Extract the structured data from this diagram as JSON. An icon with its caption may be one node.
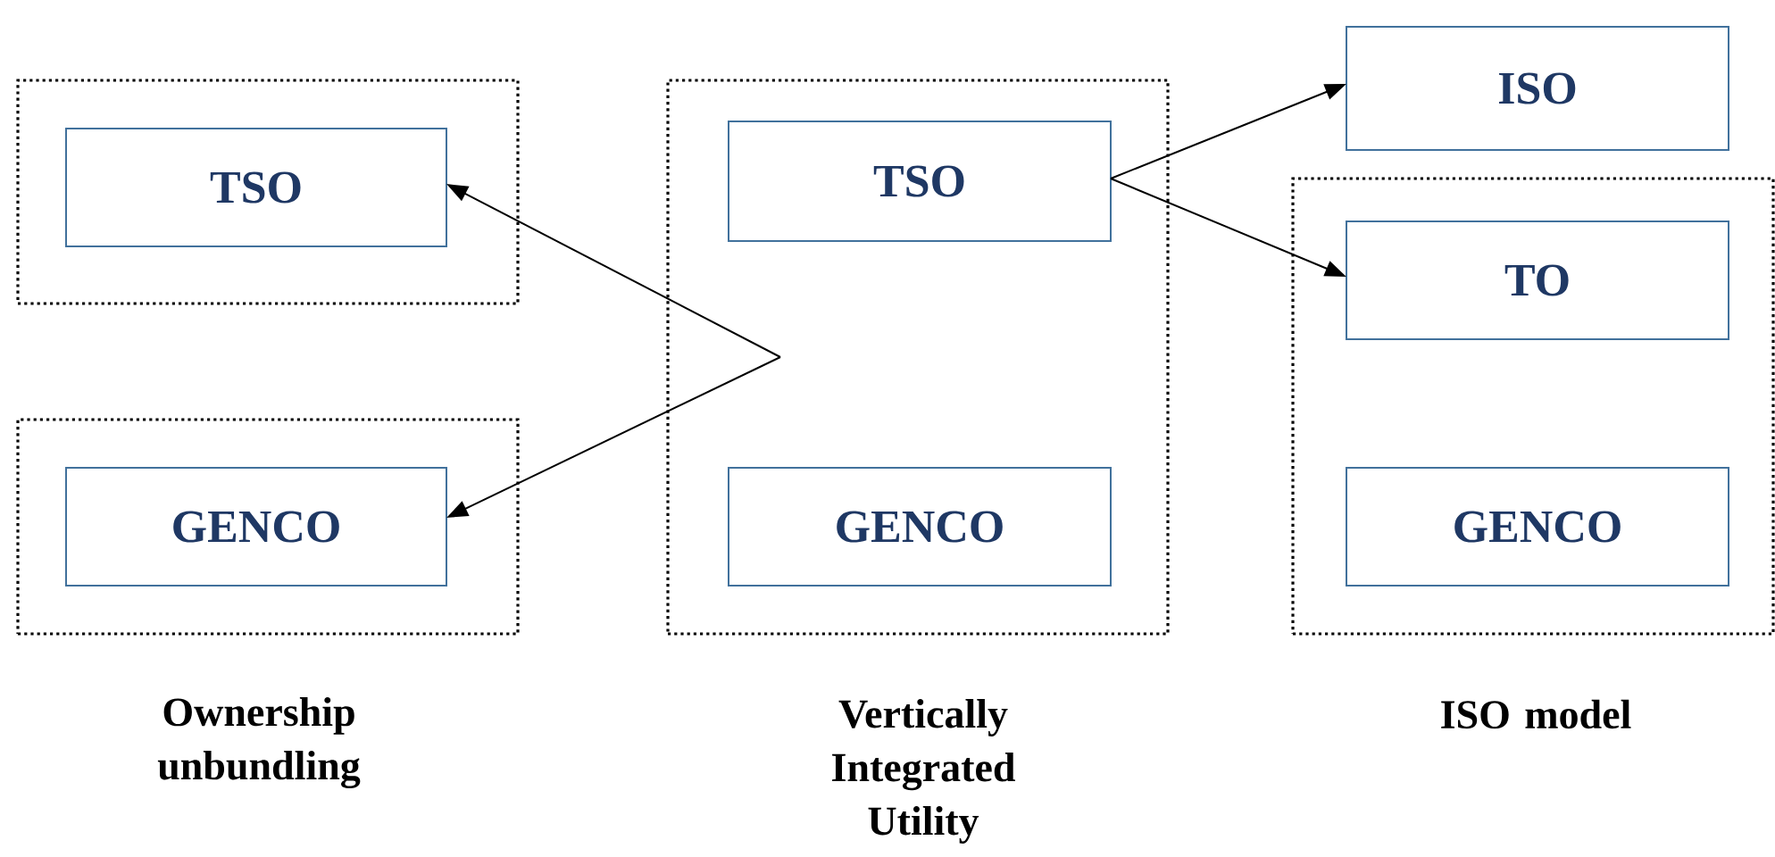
{
  "diagram": {
    "nodes": [
      {
        "text": [],
        "shape": "box"
      },
      {
        "text": [
          "TSO"
        ],
        "in": 0
      },
      {
        "text": [],
        "shape": "box"
      },
      {
        "text": [
          "GENCO"
        ],
        "in": 2
      },
      {
        "text": [],
        "shape": "box"
      },
      {
        "text": [
          "TSO"
        ],
        "in": 4
      },
      {
        "text": [
          "GENCO"
        ],
        "in": 4
      },
      {
        "text": [
          "ISO"
        ]
      },
      {
        "text": [],
        "shape": "box"
      },
      {
        "text": [
          "TO"
        ],
        "in": 8
      },
      {
        "text": [
          "GENCO"
        ],
        "in": 8
      }
    ],
    "edges": [
      {
        "from": null,
        "to": 1,
        "arrow": "to"
      },
      {
        "from": null,
        "to": 3,
        "arrow": "to"
      },
      {
        "from": 5,
        "to": 7,
        "arrow": "to"
      },
      {
        "from": 5,
        "to": 9,
        "arrow": "to"
      }
    ],
    "labels": [
      "Ownership unbundling",
      "Vertically Integrated Utility",
      "ISO model"
    ]
  }
}
